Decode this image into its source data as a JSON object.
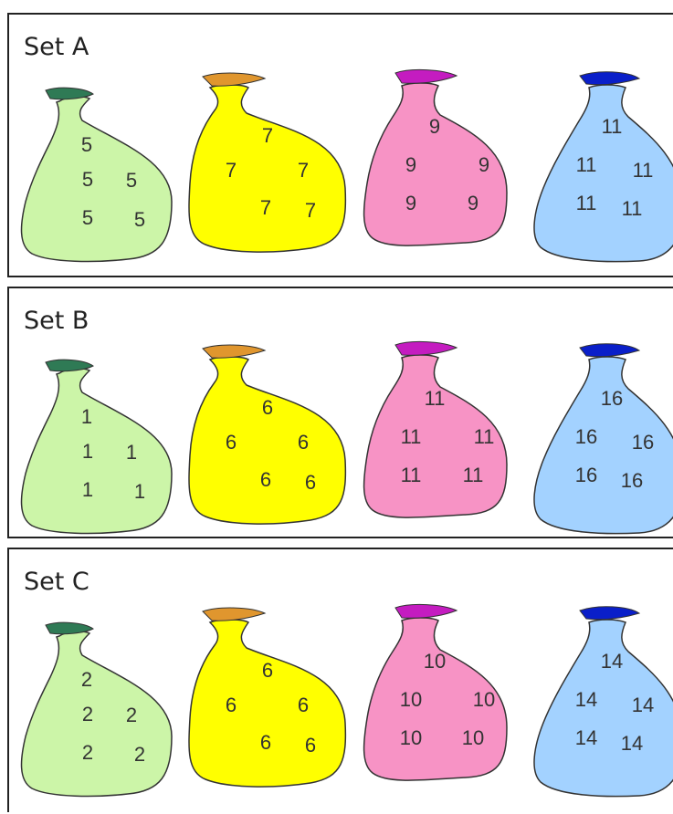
{
  "sets": [
    {
      "label": "Set A",
      "bags": [
        {
          "color": "green",
          "numbers": [
            "5",
            "5",
            "5",
            "5",
            "5"
          ]
        },
        {
          "color": "yellow",
          "numbers": [
            "7",
            "7",
            "7",
            "7",
            "7"
          ]
        },
        {
          "color": "pink",
          "numbers": [
            "9",
            "9",
            "9",
            "9",
            "9"
          ]
        },
        {
          "color": "blue",
          "numbers": [
            "11",
            "11",
            "11",
            "11",
            "11"
          ]
        }
      ]
    },
    {
      "label": "Set B",
      "bags": [
        {
          "color": "green",
          "numbers": [
            "1",
            "1",
            "1",
            "1",
            "1"
          ]
        },
        {
          "color": "yellow",
          "numbers": [
            "6",
            "6",
            "6",
            "6",
            "6"
          ]
        },
        {
          "color": "pink",
          "numbers": [
            "11",
            "11",
            "11",
            "11",
            "11"
          ]
        },
        {
          "color": "blue",
          "numbers": [
            "16",
            "16",
            "16",
            "16",
            "16"
          ]
        }
      ]
    },
    {
      "label": "Set C",
      "bags": [
        {
          "color": "green",
          "numbers": [
            "2",
            "2",
            "2",
            "2",
            "2"
          ]
        },
        {
          "color": "yellow",
          "numbers": [
            "6",
            "6",
            "6",
            "6",
            "6"
          ]
        },
        {
          "color": "pink",
          "numbers": [
            "10",
            "10",
            "10",
            "10",
            "10"
          ]
        },
        {
          "color": "blue",
          "numbers": [
            "14",
            "14",
            "14",
            "14",
            "14"
          ]
        }
      ]
    }
  ],
  "colors": {
    "green": {
      "body": "#ccf5a8",
      "tie": "#2f7a55"
    },
    "yellow": {
      "body": "#ffff00",
      "tie": "#e0962e"
    },
    "pink": {
      "body": "#f793c5",
      "tie": "#c41cc0"
    },
    "blue": {
      "body": "#a3d2ff",
      "tie": "#0a1fc9"
    }
  }
}
